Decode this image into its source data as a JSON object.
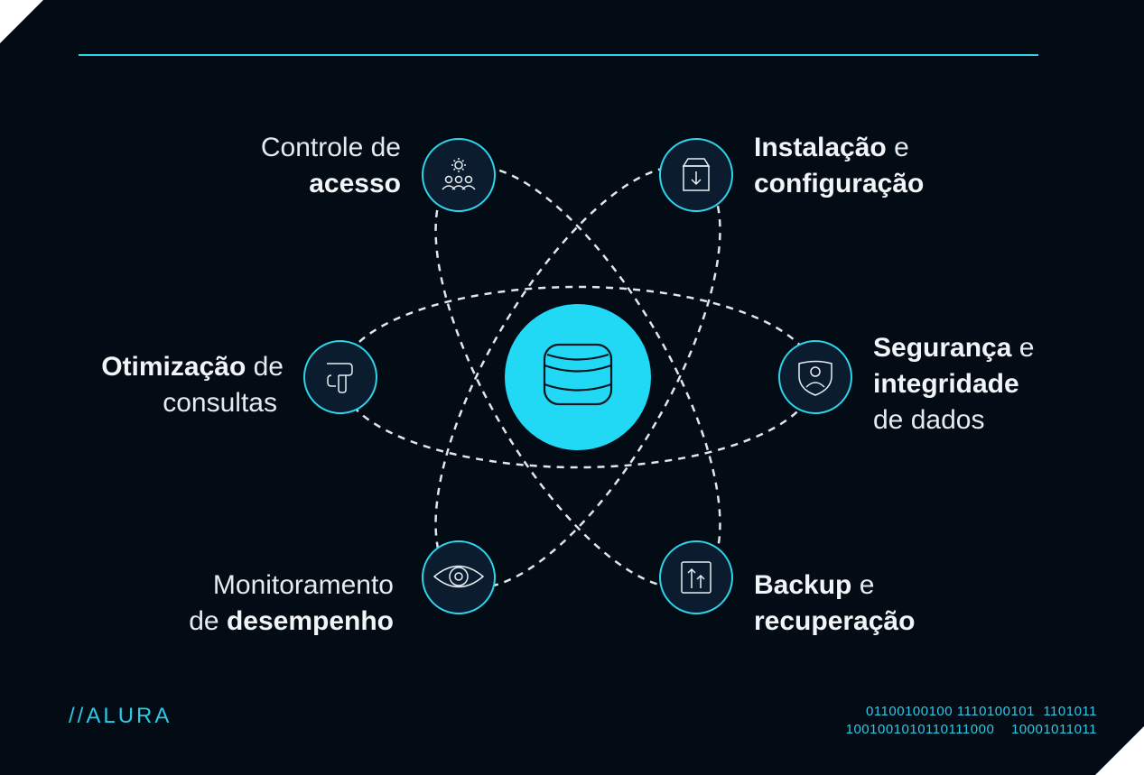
{
  "nodes": {
    "access_control": {
      "line1_regular": "Controle de",
      "line2_bold": "acesso",
      "icon": "team-gear-icon"
    },
    "installation": {
      "line1_bold": "Instalação",
      "line1_regular": " e",
      "line2_bold": "configuração",
      "icon": "box-download-icon"
    },
    "optimization": {
      "line1_bold": "Otimização",
      "line1_regular": " de",
      "line2_regular": "consultas",
      "icon": "query-arrows-icon"
    },
    "security": {
      "line1_bold": "Segurança",
      "line1_regular": " e",
      "line2_bold": "integridade",
      "line3_regular": "de dados",
      "icon": "shield-user-icon"
    },
    "monitoring": {
      "line1_regular": "Monitoramento",
      "line2_regular": "de ",
      "line2_bold": "desempenho",
      "icon": "eye-icon"
    },
    "backup": {
      "line1_bold": "Backup",
      "line1_regular": " e",
      "line2_bold": "recuperação",
      "icon": "upload-box-icon"
    }
  },
  "center": {
    "icon": "database-icon"
  },
  "footer": {
    "logo": "//ALURA",
    "binary_line1": "01100100100 1110100101  1101011",
    "binary_line2": "1001001010110111000    10001011011"
  },
  "colors": {
    "background": "#030b14",
    "accent": "#2dd4ea",
    "node_fill": "#0b1c2e",
    "text": "#e6ebf0"
  }
}
